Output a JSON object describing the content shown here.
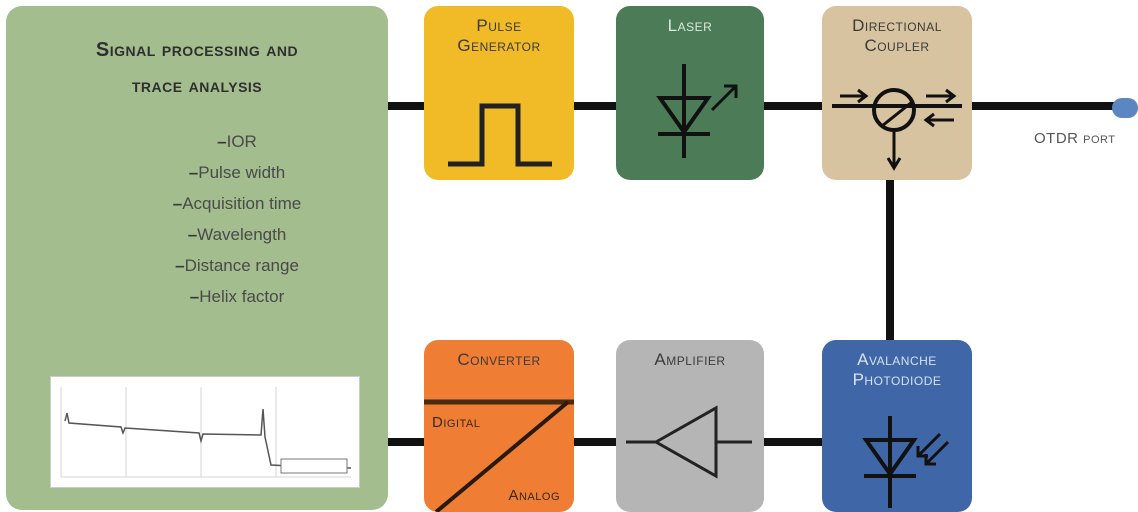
{
  "panel": {
    "title_line1": "Signal processing and",
    "title_line2": "trace analysis",
    "params": [
      "IOR",
      "Pulse width",
      "Acquisition time",
      "Wavelength",
      "Distance range",
      "Helix factor"
    ]
  },
  "blocks": {
    "pulse_generator": {
      "line1": "Pulse",
      "line2": "Generator",
      "color": "#f0bb27"
    },
    "laser": {
      "line1": "Laser",
      "color": "#4b7c57"
    },
    "directional_coupler": {
      "line1": "Directional",
      "line2": "Coupler",
      "color": "#d8c3a0"
    },
    "converter": {
      "line1": "Converter",
      "digital": "Digital",
      "analog": "Analog",
      "color": "#ef7d34"
    },
    "amplifier": {
      "line1": "Amplifier",
      "color": "#b5b5b5"
    },
    "avalanche_photodiode": {
      "line1": "Avalanche",
      "line2": "Photodiode",
      "color": "#3f67a8"
    }
  },
  "port": {
    "label": "OTDR port"
  },
  "icons": [
    "pulse-waveform-icon",
    "laser-diode-icon",
    "coupler-icon",
    "converter-icon",
    "amplifier-icon",
    "photodiode-icon",
    "otdr-trace-thumbnail"
  ]
}
